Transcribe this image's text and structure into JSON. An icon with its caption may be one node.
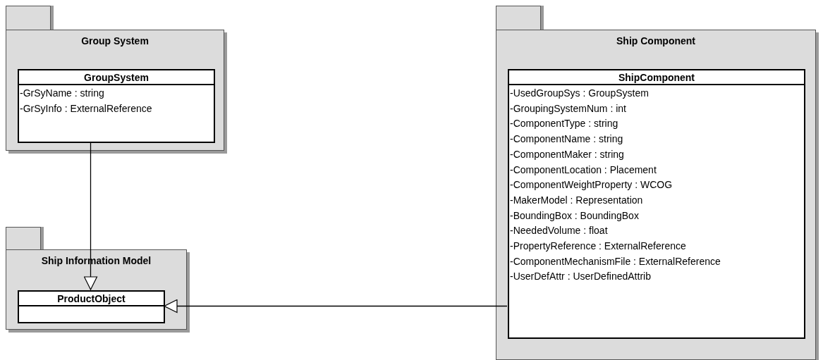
{
  "diagram": {
    "nodes": [
      {
        "text": [
          "Group System"
        ]
      },
      {
        "text": [
          "GroupSystem",
          "-GrSyName : string",
          "-GrSyInfo : ExternalReference"
        ],
        "in": 0
      },
      {
        "text": [
          "Ship Information Model"
        ]
      },
      {
        "text": [
          "ProductObject"
        ],
        "in": 2
      },
      {
        "text": [
          "Ship Component"
        ]
      },
      {
        "text": [
          "ShipComponent",
          "-UsedGroupSys : GroupSystem",
          "-GroupingSystemNum : int",
          "-ComponentType : string",
          "-ComponentName : string",
          "-ComponentMaker : string",
          "-ComponentLocation : Placement",
          "-ComponentWeightProperty : WCOG",
          "-MakerModel : Representation",
          "-BoundingBox : BoundingBox",
          "-NeededVolume : float",
          "-PropertyReference : ExternalReference",
          "-ComponentMechanismFile : ExternalReference",
          "-UserDefAttr : UserDefinedAttrib"
        ],
        "in": 4
      }
    ],
    "edges": [
      {
        "from": 1,
        "to": 3,
        "arrow": "to"
      },
      {
        "from": 5,
        "to": 3,
        "arrow": "to"
      }
    ]
  }
}
